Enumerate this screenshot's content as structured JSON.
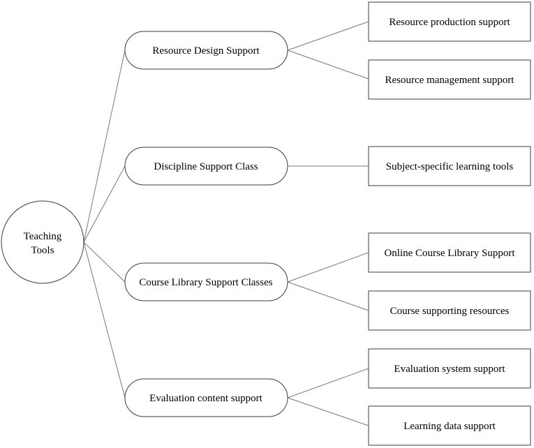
{
  "root": {
    "line1": "Teaching",
    "line2": "Tools"
  },
  "categories": [
    {
      "label": "Resource Design Support",
      "children": [
        "Resource production support",
        "Resource management support"
      ]
    },
    {
      "label": "Discipline Support Class",
      "children": [
        "Subject-specific learning tools"
      ]
    },
    {
      "label": "Course Library Support Classes",
      "children": [
        "Online Course Library Support",
        "Course supporting resources"
      ]
    },
    {
      "label": "Evaluation content support",
      "children": [
        "Evaluation system support",
        "Learning data support"
      ]
    }
  ]
}
